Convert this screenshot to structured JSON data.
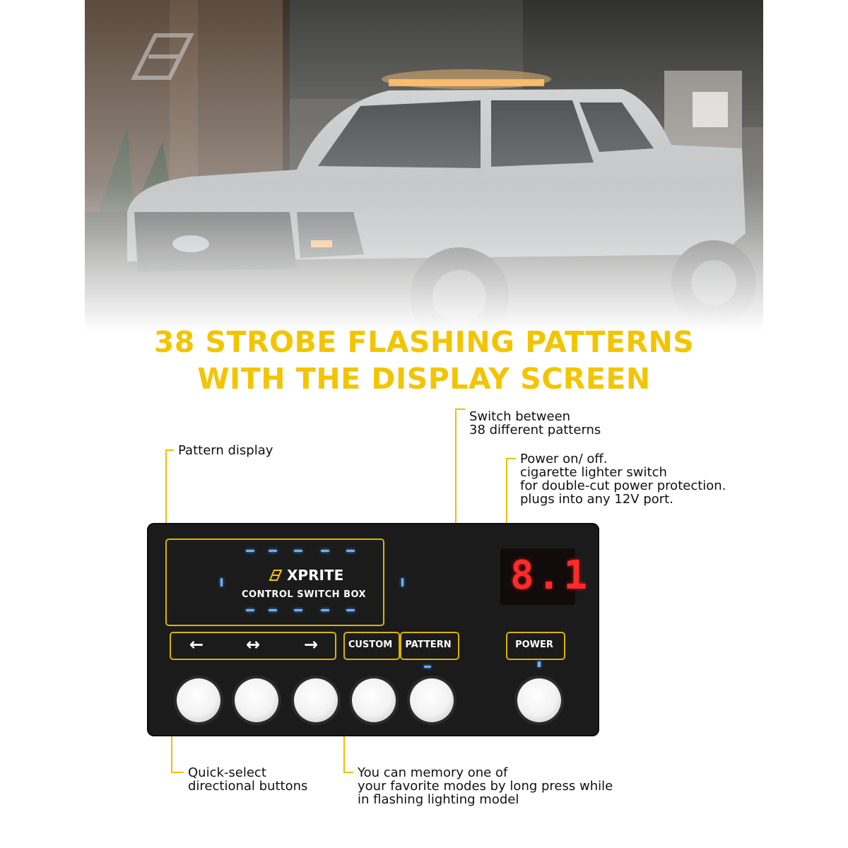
{
  "photo": {
    "subject": "pickup truck with amber light bar at dusk",
    "logo": "XPRITE"
  },
  "headline": {
    "line1": "38 STROBE FLASHING PATTERNS",
    "line2": "WITH THE DISPLAY SCREEN",
    "color": "#f2c500"
  },
  "callouts": {
    "switch": {
      "line1": "Switch between",
      "line2": "38 different patterns"
    },
    "pattern_display": "Pattern display",
    "power": {
      "line1": "Power on/ off.",
      "line2": "cigarette lighter switch",
      "line3": "for double-cut power protection.",
      "line4": "plugs into any 12V port."
    },
    "quick_select": {
      "line1": "Quick-select",
      "line2": "directional buttons"
    },
    "memory": {
      "line1": "You can memory one of",
      "line2": "your favorite modes by long press while",
      "line3": "in flashing lighting model"
    }
  },
  "device": {
    "brand": "XPRITE",
    "subtitle": "CONTROL SWITCH BOX",
    "display_value": "8.1",
    "buttons": {
      "left_arrow": "←",
      "both_arrow": "↔",
      "right_arrow": "→",
      "custom": "CUSTOM",
      "pattern": "PATTERN",
      "power": "POWER"
    },
    "accent_color": "#d9b400"
  }
}
